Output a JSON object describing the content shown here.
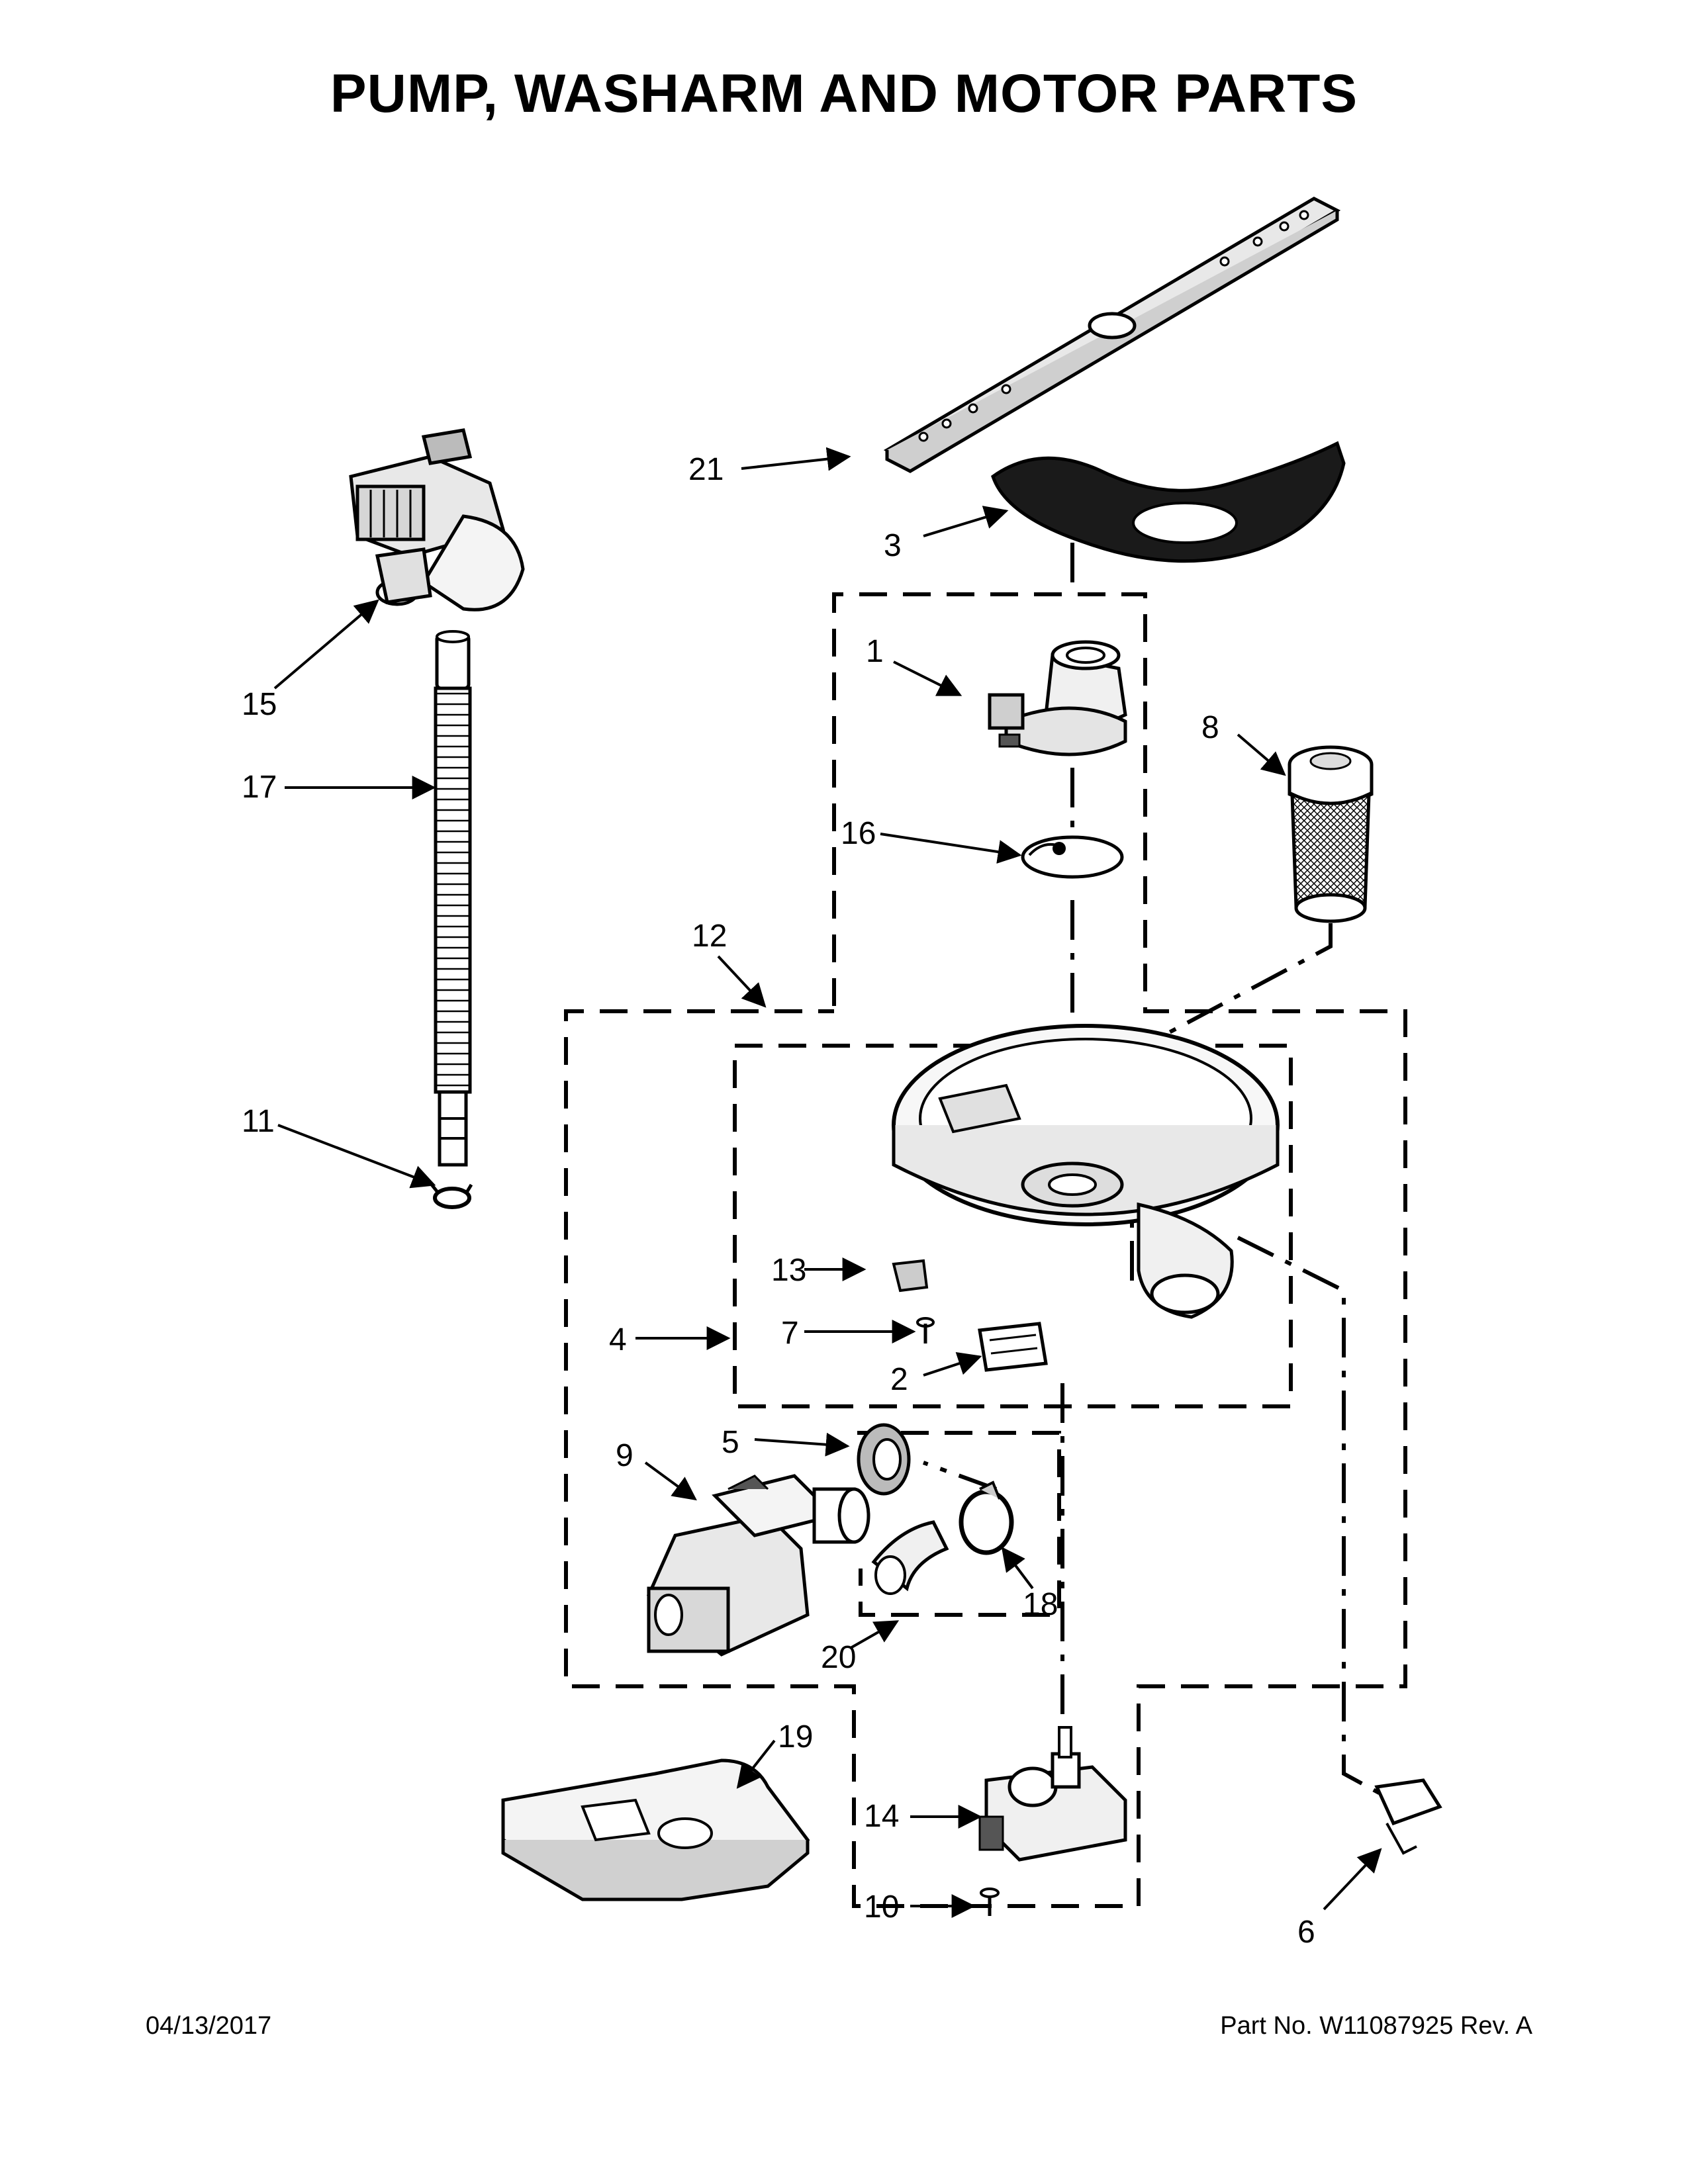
{
  "title": "PUMP, WASHARM AND MOTOR PARTS",
  "footer": {
    "date": "04/13/2017",
    "part_number": "Part No.  W11087925  Rev.  A"
  },
  "callouts": {
    "c1": "1",
    "c2": "2",
    "c3": "3",
    "c4": "4",
    "c5": "5",
    "c6": "6",
    "c7": "7",
    "c8": "8",
    "c9": "9",
    "c10": "10",
    "c11": "11",
    "c12": "12",
    "c13": "13",
    "c14": "14",
    "c15": "15",
    "c16": "16",
    "c17": "17",
    "c18": "18",
    "c19": "19",
    "c20": "20",
    "c21": "21"
  }
}
